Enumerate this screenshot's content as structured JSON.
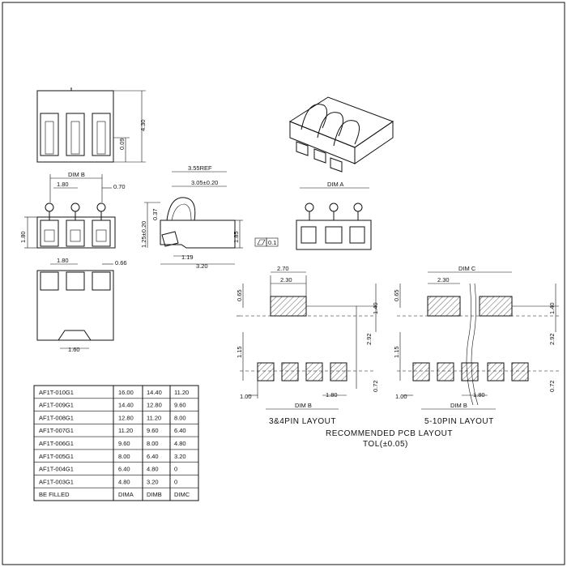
{
  "views": {
    "top": {
      "height": "4.30",
      "offset": "0.09"
    },
    "front": {
      "dim_label": "DIM B",
      "pitch": "1.80",
      "pin_w": "0.70",
      "height": "1.80"
    },
    "side": {
      "total": "3.55REF",
      "depth": "3.05±0.20",
      "h1": "1.25±0.20",
      "h2": "0.37",
      "h3": "1.85",
      "base": "1.19",
      "len": "3.20",
      "flatness": "0.1"
    },
    "rear": {
      "dim_label": "DIM A"
    },
    "bottom": {
      "pitch": "1.80",
      "pin_w": "0.66",
      "width": "1.60"
    }
  },
  "pcb": {
    "left": {
      "w1": "2.70",
      "w2": "2.30",
      "h1": "0.65",
      "h2": "1.40",
      "h3": "1.15",
      "h4": "2.92",
      "h5": "0.72",
      "p1": "1.00",
      "p2": "1.80",
      "dim": "DIM B",
      "caption": "3&4PIN LAYOUT"
    },
    "right": {
      "dimc": "DIM C",
      "w2": "2.30",
      "h1": "0.65",
      "h2": "1.40",
      "h3": "1.15",
      "h4": "2.92",
      "h5": "0.72",
      "p1": "1.00",
      "p2": "1.80",
      "dim": "DIM B",
      "caption": "5-10PIN LAYOUT"
    },
    "title": "RECOMMENDED PCB LAYOUT",
    "tolerance": "TOL(±0.05)"
  },
  "table": {
    "rows": [
      {
        "part": "AF1T-010G1",
        "a": "16.00",
        "b": "14.40",
        "c": "11.20"
      },
      {
        "part": "AF1T-009G1",
        "a": "14.40",
        "b": "12.80",
        "c": "9.60"
      },
      {
        "part": "AF1T-008G1",
        "a": "12.80",
        "b": "11.20",
        "c": "8.00"
      },
      {
        "part": "AF1T-007G1",
        "a": "11.20",
        "b": "9.60",
        "c": "6.40"
      },
      {
        "part": "AF1T-006G1",
        "a": "9.60",
        "b": "8.00",
        "c": "4.80"
      },
      {
        "part": "AF1T-005G1",
        "a": "8.00",
        "b": "6.40",
        "c": "3.20"
      },
      {
        "part": "AF1T-004G1",
        "a": "6.40",
        "b": "4.80",
        "c": "0"
      },
      {
        "part": "AF1T-003G1",
        "a": "4.80",
        "b": "3.20",
        "c": "0"
      }
    ],
    "header": {
      "part": "BE FILLED",
      "a": "DIMA",
      "b": "DIMB",
      "c": "DIMC"
    }
  }
}
